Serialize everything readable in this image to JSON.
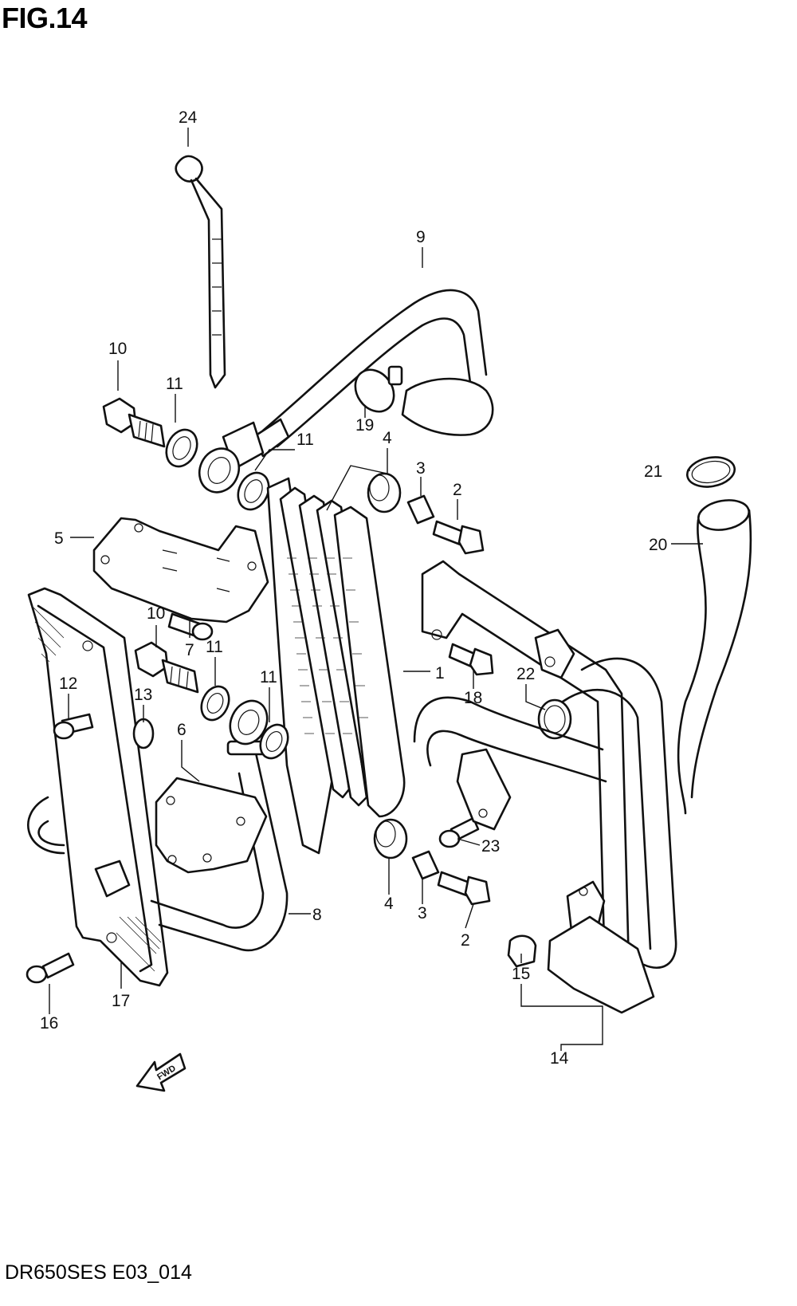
{
  "figure": {
    "title": "FIG.14",
    "footer_code": "DR650SES E03_014",
    "direction_marker": "FWD"
  },
  "callouts": [
    {
      "id": "c1",
      "label": "1"
    },
    {
      "id": "c2a",
      "label": "2"
    },
    {
      "id": "c2b",
      "label": "2"
    },
    {
      "id": "c3a",
      "label": "3"
    },
    {
      "id": "c3b",
      "label": "3"
    },
    {
      "id": "c4a",
      "label": "4"
    },
    {
      "id": "c4b",
      "label": "4"
    },
    {
      "id": "c5",
      "label": "5"
    },
    {
      "id": "c6",
      "label": "6"
    },
    {
      "id": "c7",
      "label": "7"
    },
    {
      "id": "c8",
      "label": "8"
    },
    {
      "id": "c9",
      "label": "9"
    },
    {
      "id": "c10a",
      "label": "10"
    },
    {
      "id": "c10b",
      "label": "10"
    },
    {
      "id": "c11a",
      "label": "11"
    },
    {
      "id": "c11b",
      "label": "11"
    },
    {
      "id": "c11c",
      "label": "11"
    },
    {
      "id": "c11d",
      "label": "11"
    },
    {
      "id": "c12",
      "label": "12"
    },
    {
      "id": "c13",
      "label": "13"
    },
    {
      "id": "c14",
      "label": "14"
    },
    {
      "id": "c15",
      "label": "15"
    },
    {
      "id": "c16",
      "label": "16"
    },
    {
      "id": "c17",
      "label": "17"
    },
    {
      "id": "c18",
      "label": "18"
    },
    {
      "id": "c19",
      "label": "19"
    },
    {
      "id": "c20",
      "label": "20"
    },
    {
      "id": "c21",
      "label": "21"
    },
    {
      "id": "c22",
      "label": "22"
    },
    {
      "id": "c23",
      "label": "23"
    },
    {
      "id": "c24",
      "label": "24"
    }
  ]
}
